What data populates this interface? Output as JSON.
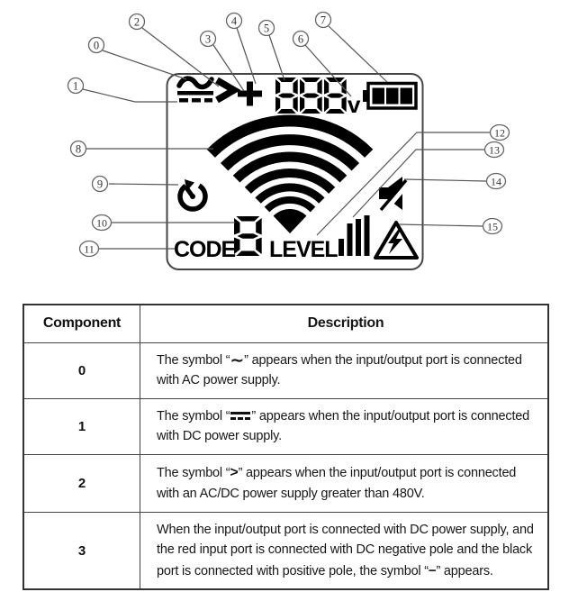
{
  "diagram": {
    "title": "LCD display components diagram",
    "lcd": {
      "volt_value": "888",
      "volt_unit": "v",
      "code_label": "CODE",
      "code_value": "8",
      "level_label": "LEVEL",
      "level_bars": 4,
      "battery_bars": 3,
      "symbols": {
        "ac": "~",
        "dc": "solid-over-dashed-line",
        "greater_than": ">",
        "plus": "+"
      },
      "icons": [
        "ac-wave-icon",
        "dc-line-icon",
        "greater-than-icon",
        "plus-icon",
        "seven-segment-voltage",
        "battery-icon",
        "signal-fan-icon",
        "auto-power-off-icon",
        "seven-segment-code-digit",
        "level-bars-icon",
        "mute-icon",
        "high-voltage-warning-icon"
      ]
    },
    "callouts": [
      "0",
      "1",
      "2",
      "3",
      "4",
      "5",
      "6",
      "7",
      "8",
      "9",
      "10",
      "11",
      "12",
      "13",
      "14",
      "15"
    ]
  },
  "table": {
    "headers": [
      "Component",
      "Description"
    ],
    "rows": [
      {
        "component": "0",
        "description": [
          {
            "kind": "text",
            "value": "The symbol “"
          },
          {
            "kind": "ac",
            "value": "∼"
          },
          {
            "kind": "text",
            "value": "” appears when the input/output port is connected with AC power supply."
          }
        ]
      },
      {
        "component": "1",
        "description": [
          {
            "kind": "text",
            "value": "The symbol “"
          },
          {
            "kind": "dc",
            "value": ""
          },
          {
            "kind": "text",
            "value": "” appears when the input/output port is connected with DC power supply."
          }
        ]
      },
      {
        "component": "2",
        "description": [
          {
            "kind": "text",
            "value": "The symbol “"
          },
          {
            "kind": "gt",
            "value": ">"
          },
          {
            "kind": "text",
            "value": "” appears when the input/output port is connected with an AC/DC power supply greater than 480V."
          }
        ]
      },
      {
        "component": "3",
        "description": [
          {
            "kind": "text",
            "value": "When the input/output port is connected with DC power supply, and the red input port is connected with DC negative pole and the black port is connected with positive pole, the symbol “"
          },
          {
            "kind": "minus",
            "value": "−"
          },
          {
            "kind": "text",
            "value": "” appears."
          }
        ]
      }
    ]
  }
}
